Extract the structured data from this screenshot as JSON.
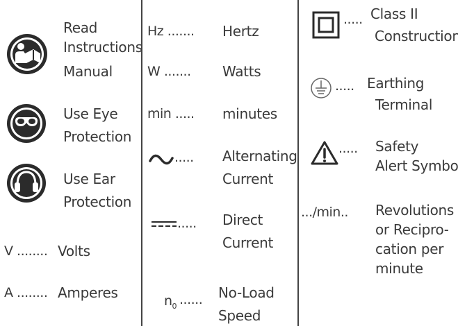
{
  "colors": {
    "ink": "#3a3a3a",
    "line": "#444444"
  },
  "column1": {
    "read_manual": {
      "icon": "read-manual-icon",
      "lines": [
        "Read",
        "Instructions",
        "Manual"
      ]
    },
    "eye_protection": {
      "icon": "eye-protection-icon",
      "lines": [
        "Use Eye",
        "Protection"
      ]
    },
    "ear_protection": {
      "icon": "ear-protection-icon",
      "lines": [
        "Use Ear",
        "Protection"
      ]
    },
    "volts": {
      "symbol": "V ........",
      "label": "Volts"
    },
    "amperes": {
      "symbol": "A ........",
      "label": "Amperes"
    }
  },
  "column2": {
    "hertz": {
      "symbol": "Hz .......",
      "label": "Hertz"
    },
    "watts": {
      "symbol": "W .......",
      "label": "Watts"
    },
    "minutes": {
      "symbol": "min .....",
      "label": "minutes"
    },
    "alternating_current": {
      "icon": "alternating-current-icon",
      "dots": ".....",
      "lines": [
        "Alternating",
        "Current"
      ]
    },
    "direct_current": {
      "icon": "direct-current-icon",
      "dots": ".....",
      "lines": [
        "Direct",
        "Current"
      ]
    },
    "no_load_speed": {
      "symbol_main": "n",
      "symbol_sub": "0",
      "dots": "......",
      "lines": [
        "No-Load",
        "Speed"
      ]
    }
  },
  "column3": {
    "class_two": {
      "icon": "class-ii-construction-icon",
      "dots": ".....",
      "lines": [
        "Class II",
        "Construction"
      ]
    },
    "earthing": {
      "icon": "earthing-terminal-icon",
      "dots": ".....",
      "lines": [
        "Earthing",
        "Terminal"
      ]
    },
    "safety_alert": {
      "icon": "safety-alert-icon",
      "dots": ".....",
      "lines": [
        "Safety",
        "Alert Symbol"
      ]
    },
    "revolutions": {
      "symbol": ".../min..",
      "lines": [
        "Revolutions",
        "or Recipro-",
        "cation per",
        "minute"
      ]
    }
  }
}
